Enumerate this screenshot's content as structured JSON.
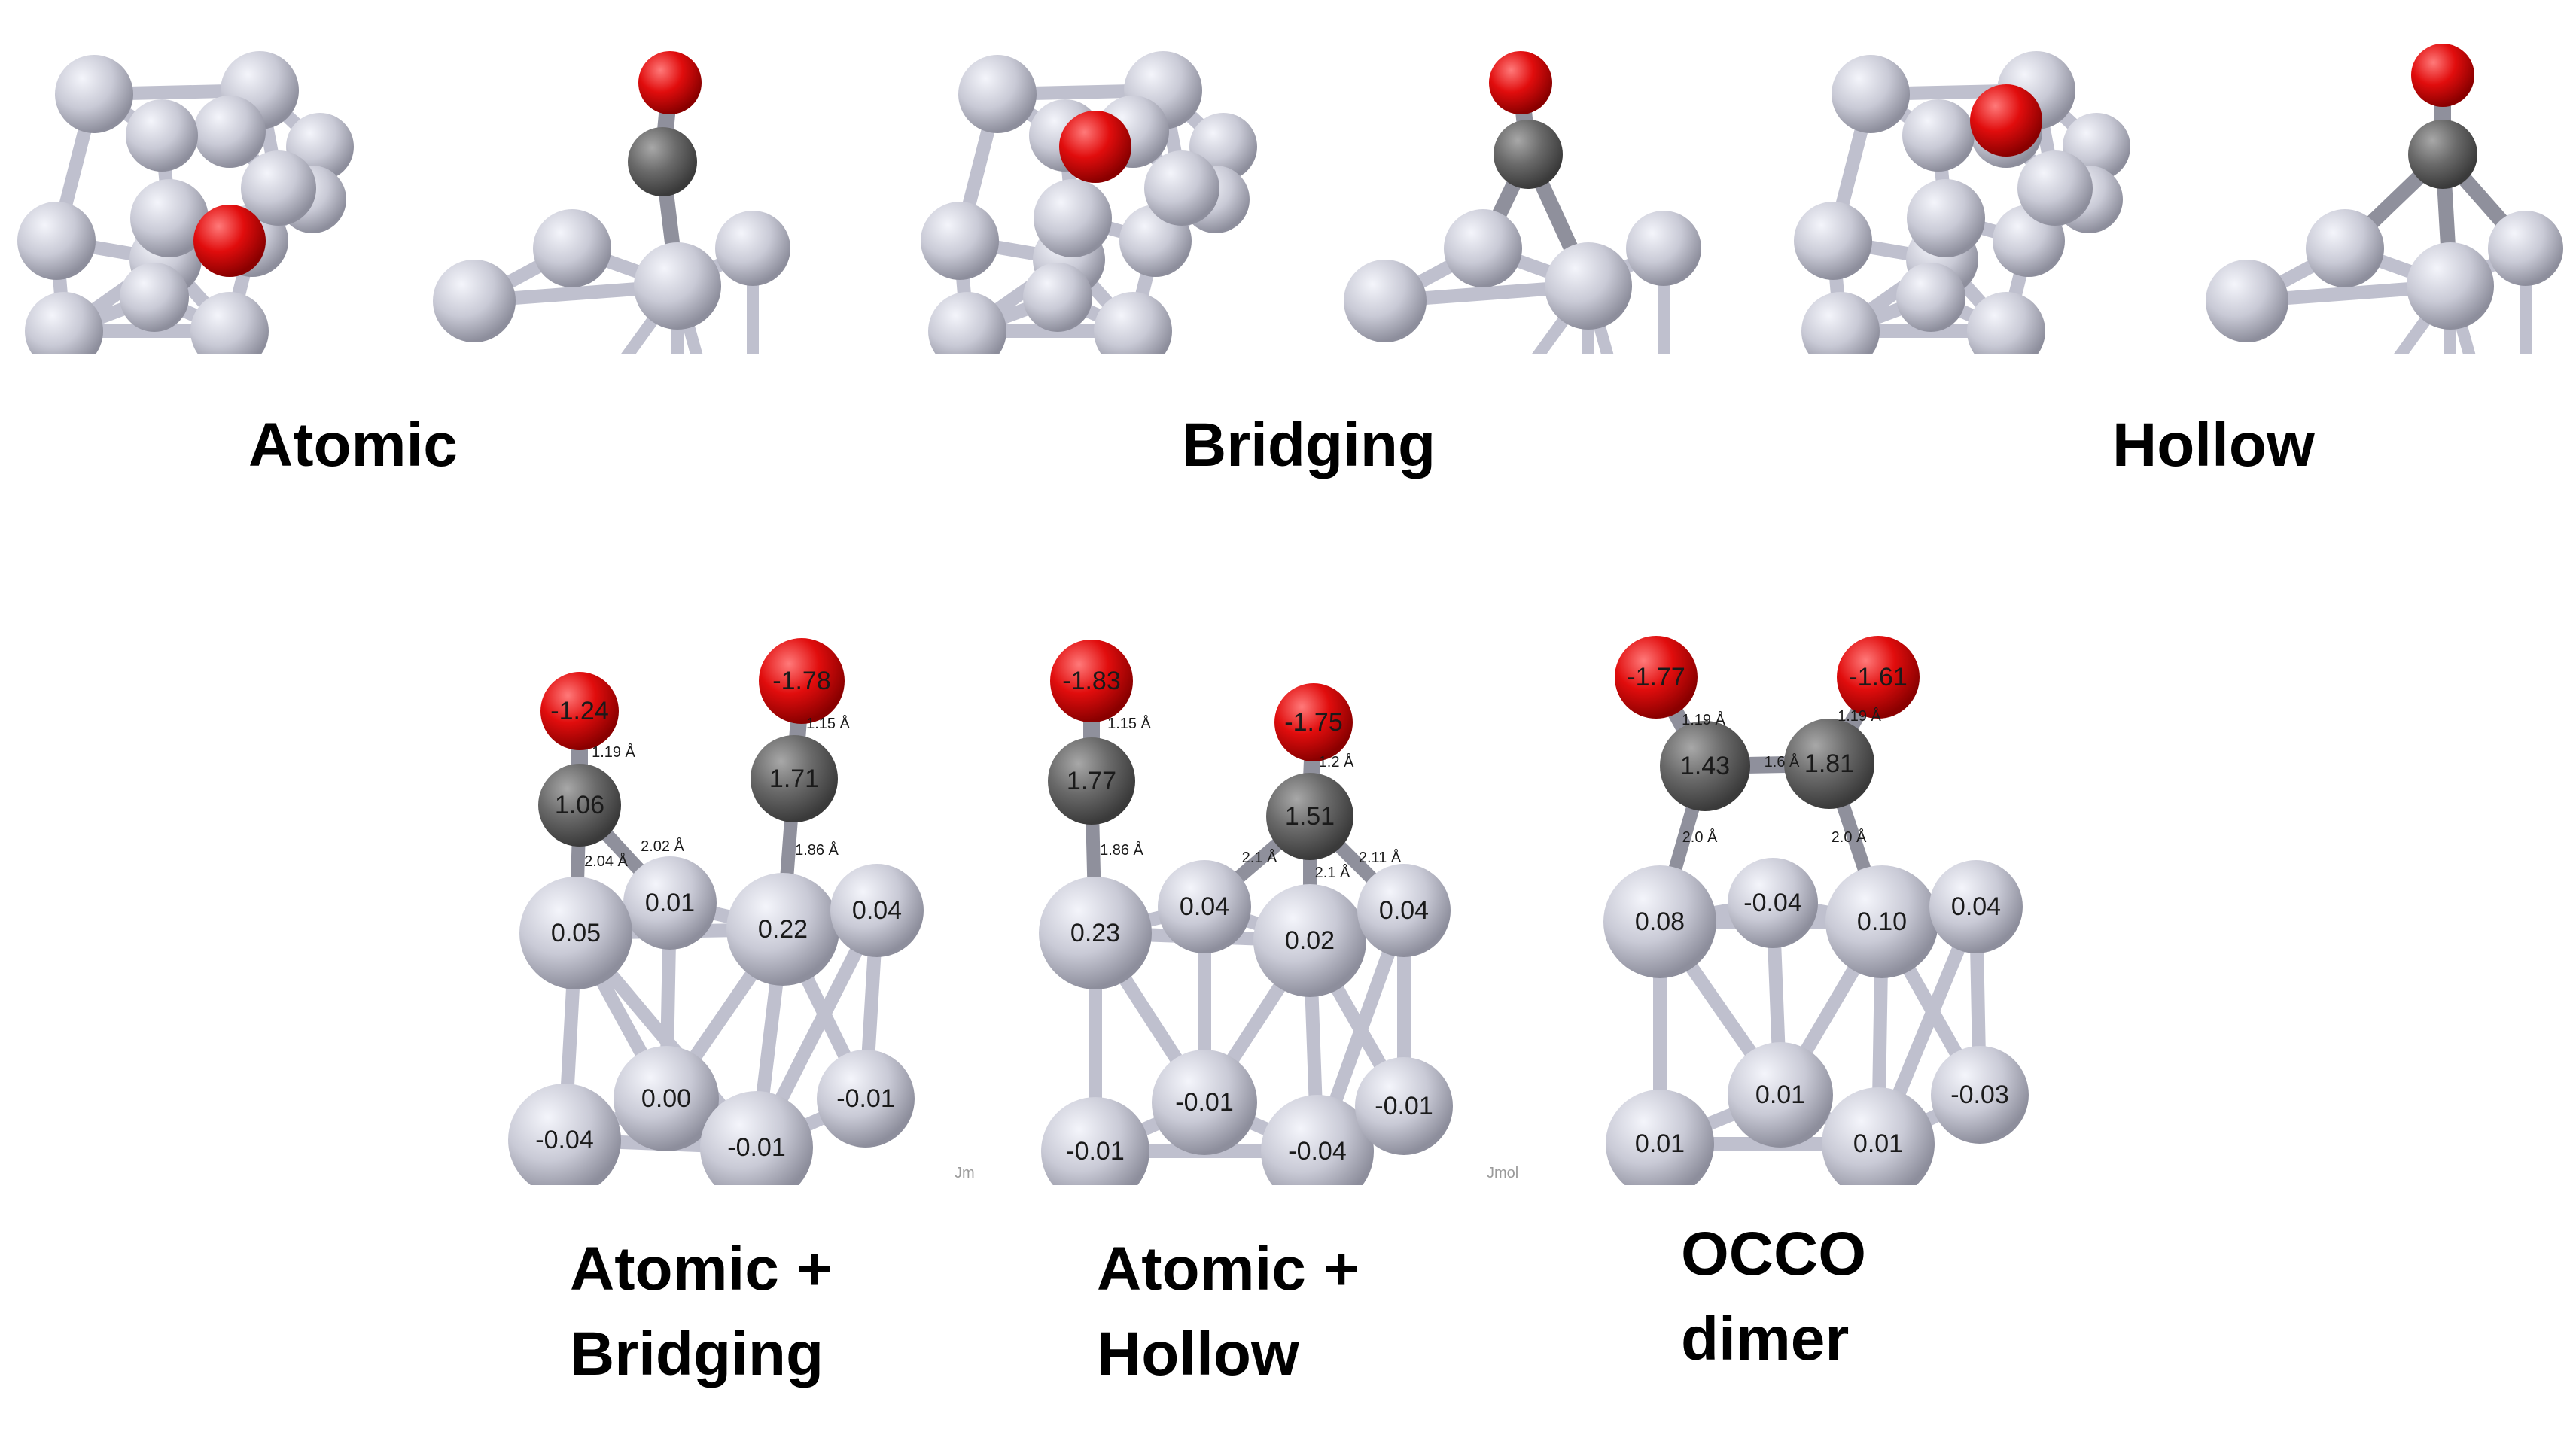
{
  "colors": {
    "metal": "#c9cad6",
    "oxygen": "#e10d0d",
    "carbon": "#6a6a6a",
    "bond": "#bfc0ce",
    "background": "#ffffff"
  },
  "labels": {
    "atomic": "Atomic",
    "bridging": "Bridging",
    "hollow": "Hollow",
    "atomic_bridging": [
      "Atomic +",
      "Bridging"
    ],
    "atomic_hollow": [
      "Atomic +",
      "Hollow"
    ],
    "occo": [
      "OCCO",
      "dimer"
    ]
  },
  "watermarks": [
    "Jm",
    "Jmol"
  ],
  "charges": {
    "atomic_bridging": [
      "-1.24",
      "1.06",
      "-1.78",
      "1.71",
      "0.01",
      "0.05",
      "0.22",
      "0.04",
      "0.00",
      "-0.04",
      "-0.01",
      "-0.01"
    ],
    "atomic_hollow": [
      "-1.83",
      "1.77",
      "-1.75",
      "1.51",
      "0.23",
      "0.04",
      "0.02",
      "0.04",
      "-0.01",
      "-0.01",
      "-0.04",
      "-0.01"
    ],
    "occo": [
      "-1.77",
      "1.43",
      "-1.61",
      "1.81",
      "0.08",
      "-0.04",
      "0.10",
      "0.04",
      "0.01",
      "0.01",
      "0.01",
      "-0.03"
    ]
  },
  "bond_lengths": {
    "atomic_bridging": [
      "1.19 Å",
      "2.04 Å",
      "2.02 Å",
      "1.15 Å",
      "1.86 Å"
    ],
    "atomic_hollow": [
      "1.15 Å",
      "1.86 Å",
      "1.2 Å",
      "2.1 Å",
      "2.1 Å",
      "2.11 Å"
    ],
    "occo": [
      "1.19 Å",
      "1.6 Å",
      "1.19 Å",
      "2.0 Å",
      "2.0 Å"
    ]
  }
}
